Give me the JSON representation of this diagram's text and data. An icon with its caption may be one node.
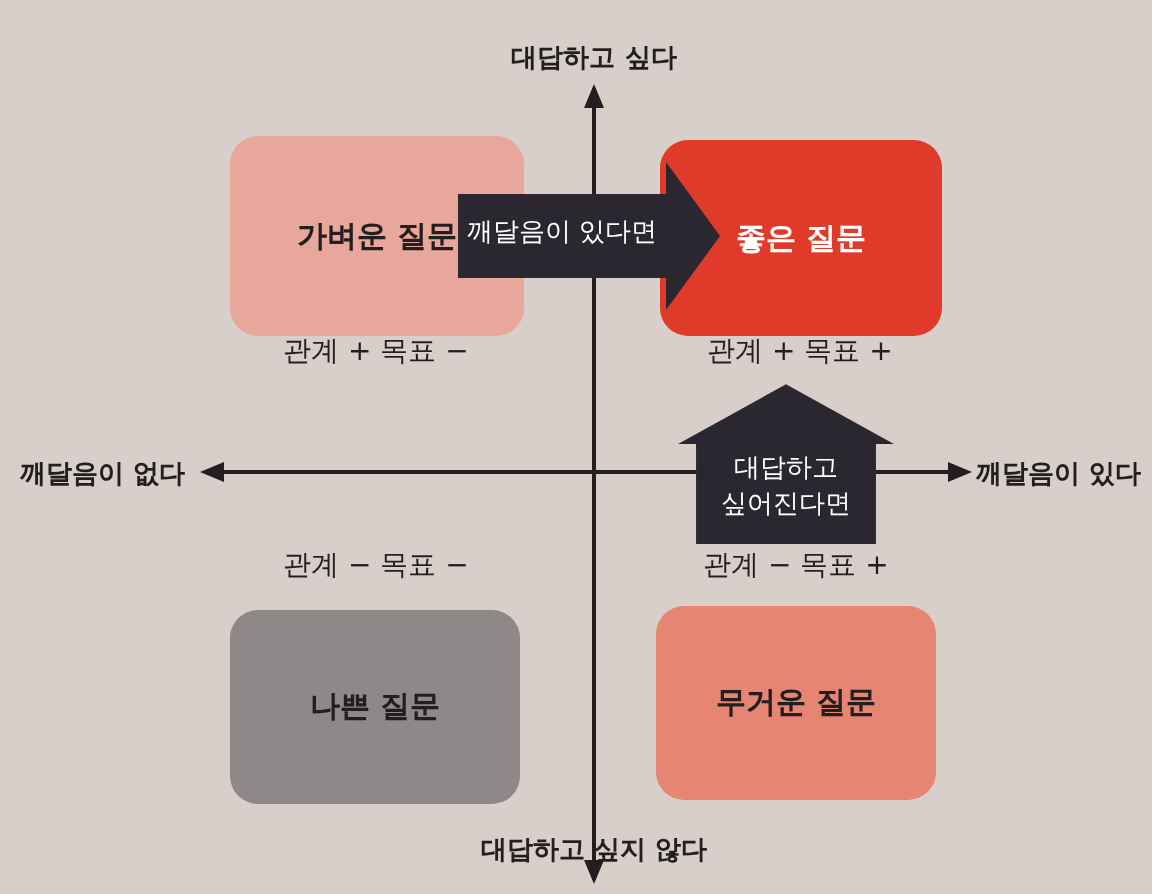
{
  "diagram": {
    "nodes": [
      {
        "text": [
          "가벼운 질문"
        ],
        "beside": [
          "관계 + 목표 −"
        ]
      },
      {
        "text": [
          "좋은 질문"
        ],
        "beside": [
          "관계 + 목표 +"
        ]
      },
      {
        "text": [
          "나쁜 질문"
        ],
        "beside": [
          "관계 − 목표 −"
        ]
      },
      {
        "text": [
          "무거운 질문"
        ],
        "beside": [
          "관계 − 목표 +"
        ]
      }
    ],
    "edges": [
      {
        "from": 0,
        "to": 1,
        "arrow": "to",
        "label": "깨달음이 있다면"
      },
      {
        "from": 3,
        "to": 1,
        "arrow": "to",
        "label": "대답하고 싶어진다면",
        "style": "thick"
      }
    ],
    "labels": [
      "대답하고 싶다",
      "깨달음이 없다",
      "깨달음이 있다",
      "대답하고 싶지 않다"
    ]
  }
}
